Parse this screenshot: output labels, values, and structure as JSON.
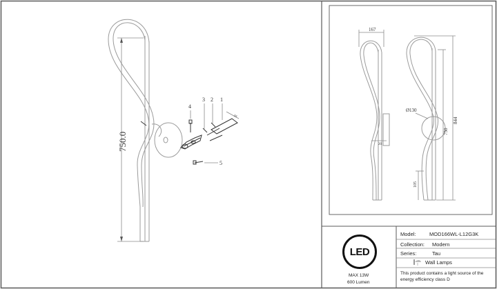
{
  "left_drawing": {
    "height_dim": "750.0",
    "callouts": [
      "4",
      "3",
      "2",
      "1",
      "5"
    ],
    "small_dim": "10"
  },
  "right_drawing": {
    "width_dim": "167",
    "diameter_dim": "Ø130",
    "height_750": "750",
    "height_844": "844",
    "bottom_dim": "105",
    "offset_dim": "20"
  },
  "badge": {
    "logo": "LED",
    "power": "MAX 13W",
    "lumen": "600 Lumen"
  },
  "info_table": {
    "model_label": "Model:",
    "model_value": "MOD166WL-L12G3K",
    "collection_label": "Collection:",
    "collection_value": "Modern",
    "series_label": "Series:",
    "series_value": "Tau",
    "type_value": "Wall Lamps",
    "note_line1": "This product contains a light source of the",
    "note_line2": "energy efficiency class D"
  }
}
